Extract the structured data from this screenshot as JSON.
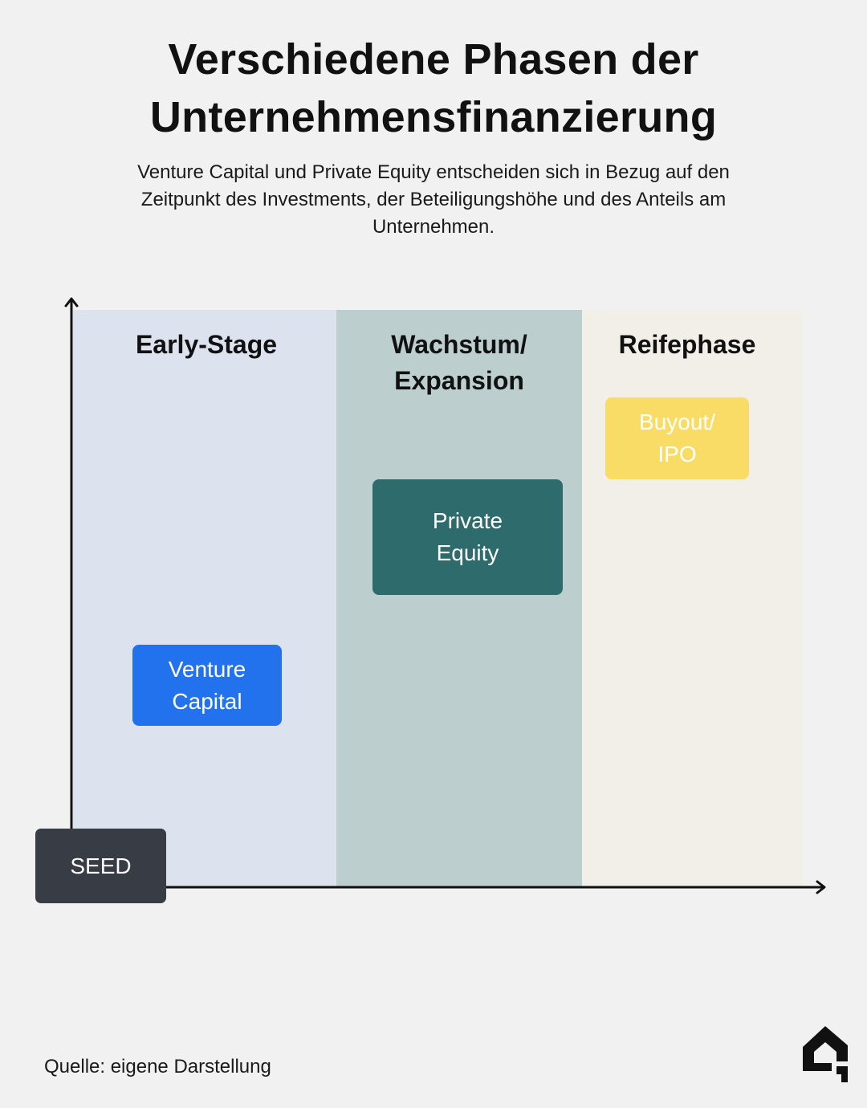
{
  "header": {
    "title": "Verschiedene Phasen der\nUnternehmensfinanzierung",
    "subtitle": "Venture Capital und Private Equity entscheiden sich in Bezug auf den Zeitpunkt des Investments, der Beteiligungshöhe und des Anteils am Unternehmen."
  },
  "diagram": {
    "phases": [
      {
        "label": "Early-Stage",
        "color": "#dce3ef"
      },
      {
        "label": "Wachstum/\nExpansion",
        "color": "#bccfce"
      },
      {
        "label": "Reifephase",
        "color": "#f1efe8"
      }
    ],
    "boxes": {
      "venture_capital": {
        "label": "Venture\nCapital",
        "color": "#2272ee"
      },
      "private_equity": {
        "label": "Private\nEquity",
        "color": "#2d6b6c"
      },
      "buyout": {
        "label": "Buyout/\nIPO",
        "color": "#f8dc65"
      },
      "seed": {
        "label": "SEED",
        "color": "#383c44"
      }
    },
    "axis_color": "#111111"
  },
  "footer": {
    "source": "Quelle: eigene Darstellung",
    "logo_icon": "house-logo-icon"
  }
}
